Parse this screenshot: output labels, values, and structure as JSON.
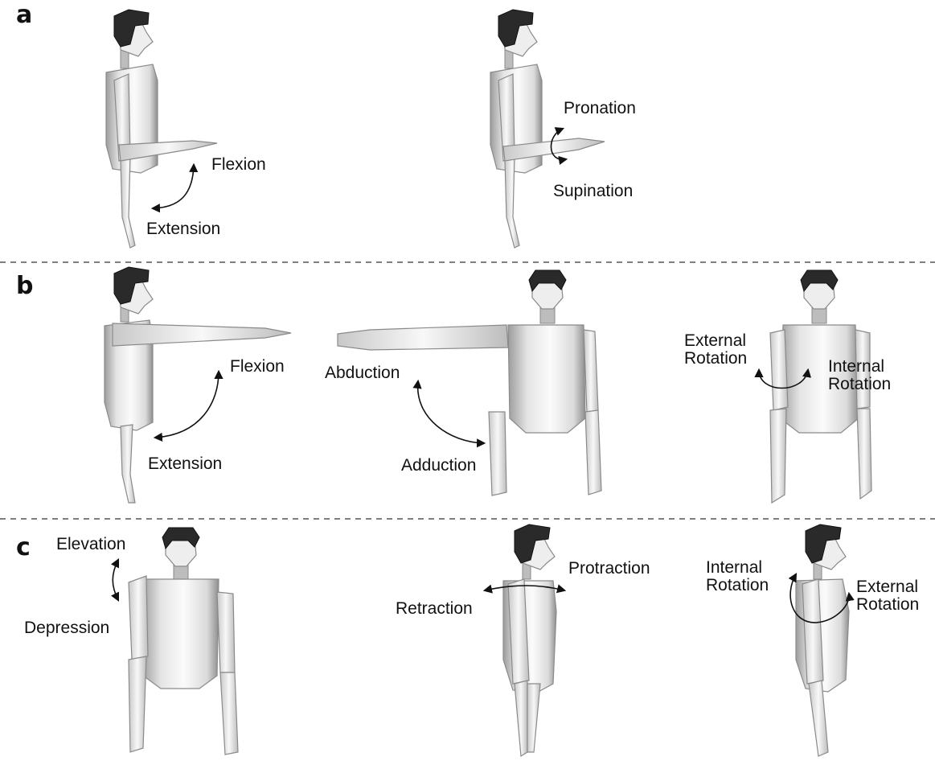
{
  "panels": [
    {
      "letter": "a",
      "figures": [
        {
          "labels": [
            "Flexion",
            "Extension"
          ]
        },
        {
          "labels": [
            "Pronation",
            "Supination"
          ]
        }
      ]
    },
    {
      "letter": "b",
      "figures": [
        {
          "labels": [
            "Flexion",
            "Extension"
          ]
        },
        {
          "labels": [
            "Abduction",
            "Adduction"
          ]
        },
        {
          "labels": [
            "External\nRotation",
            "Internal\nRotation"
          ]
        }
      ]
    },
    {
      "letter": "c",
      "figures": [
        {
          "labels": [
            "Elevation",
            "Depression"
          ]
        },
        {
          "labels": [
            "Protraction",
            "Retraction"
          ]
        },
        {
          "labels": [
            "Internal\nRotation",
            "External\nRotation"
          ]
        }
      ]
    }
  ],
  "colors": {
    "ink": "#111111",
    "hair": "#2a2a2a",
    "body_light": "#f4f4f4",
    "body_shadow": "#9a9a9a"
  }
}
